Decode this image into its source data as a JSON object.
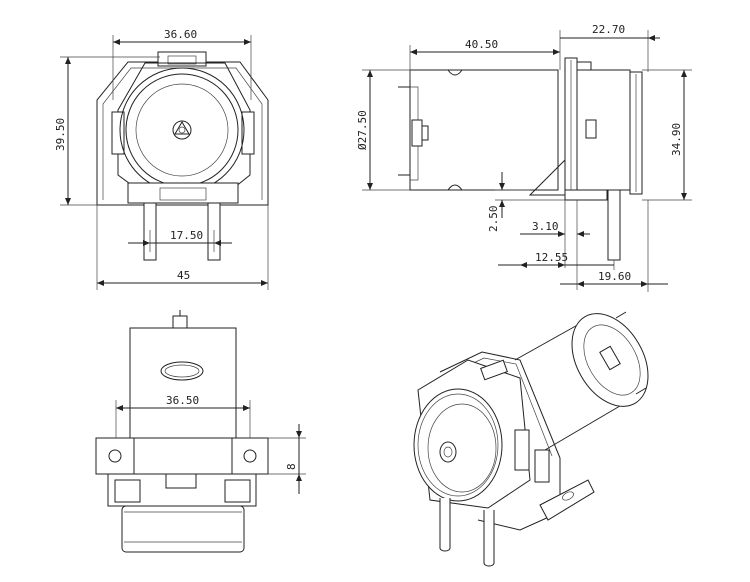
{
  "front_view": {
    "width_label": "36.60",
    "height_label": "39.50",
    "port_spacing_label": "17.50",
    "total_width_label": "45"
  },
  "side_view": {
    "motor_length_label": "40.50",
    "head_depth_label": "22.70",
    "diameter_label": "Ø27.50",
    "height_label": "34.90",
    "flange_thickness_label": "2.50",
    "port_offset_label": "3.10",
    "port_distance_label": "12.55",
    "base_depth_label": "19.60"
  },
  "top_view": {
    "width_label": "36.50",
    "hole_offset_label": "8"
  },
  "colors": {
    "line": "#222222",
    "background": "#ffffff"
  }
}
